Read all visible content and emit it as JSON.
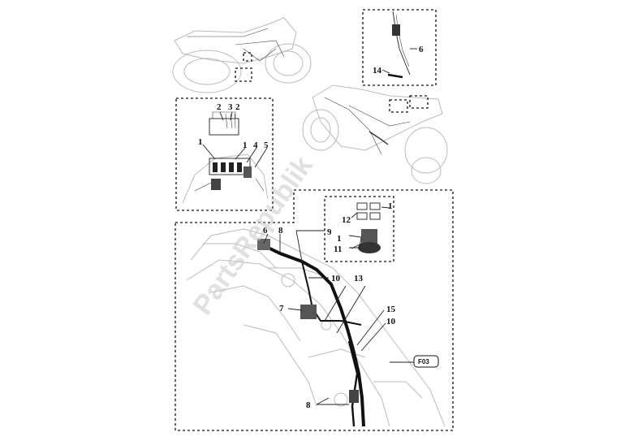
{
  "watermark": "PartsRepublik",
  "figure_ref": "F03",
  "callouts": {
    "c1": "2",
    "c2": "3",
    "c3": "2",
    "c4": "1",
    "c5": "1",
    "c6": "4",
    "c7": "5",
    "c8": "6",
    "c9": "14",
    "c10": "6",
    "c11": "8",
    "c12": "9",
    "c13": "12",
    "c14": "1",
    "c15": "1",
    "c16": "11",
    "c17": "10",
    "c18": "13",
    "c19": "7",
    "c20": "15",
    "c21": "10",
    "c22": "8"
  }
}
